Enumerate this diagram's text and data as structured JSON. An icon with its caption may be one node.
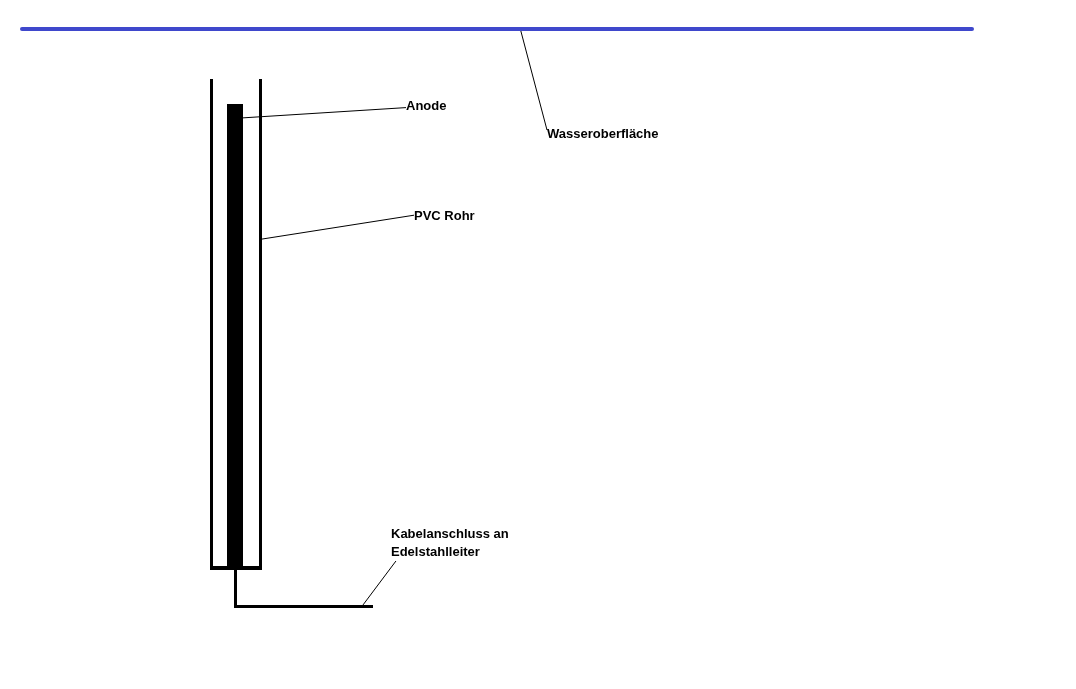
{
  "diagram": {
    "nodes": [
      {
        "text": [],
        "shape": "line"
      },
      {
        "text": [
          "Wasseroberfläche"
        ]
      },
      {
        "text": [],
        "shape": "tube"
      },
      {
        "text": [],
        "shape": "bar",
        "in": 2
      },
      {
        "text": [
          "Anode"
        ]
      },
      {
        "text": [
          "PVC Rohr"
        ]
      },
      {
        "text": [],
        "shape": "line"
      },
      {
        "text": [
          "Kabelanschluss an Edelstahlleiter"
        ]
      }
    ],
    "edges": [
      {
        "from": 1,
        "to": 0,
        "arrow": "none"
      },
      {
        "from": 4,
        "to": 3,
        "arrow": "none"
      },
      {
        "from": 5,
        "to": 2,
        "arrow": "none"
      },
      {
        "from": 7,
        "to": 6,
        "arrow": "none"
      }
    ]
  }
}
